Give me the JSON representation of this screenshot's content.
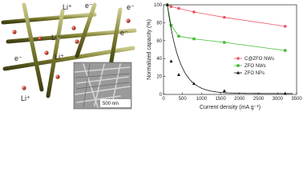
{
  "illustration": {
    "ion_labels": [
      "Li⁺",
      "e⁻",
      "Li⁺",
      "e⁻",
      "e⁻",
      "Li⁺",
      "e⁻",
      "Li⁺"
    ],
    "scale_bar": "500 nm",
    "rod_color": "#7a7a2e",
    "sphere_color": "#c0392b"
  },
  "chart_data": {
    "type": "line",
    "xlabel": "Current density (mA g⁻¹)",
    "ylabel": "Normalized capacity (%)",
    "xlim": [
      0,
      3500
    ],
    "ylim": [
      0,
      100
    ],
    "xticks": [
      0,
      500,
      1000,
      1500,
      2000,
      2500,
      3000,
      3500
    ],
    "yticks": [
      0,
      20,
      40,
      60,
      80,
      100
    ],
    "legend_position": "center-right",
    "series": [
      {
        "name": "C@ZFO NWs",
        "color": "#ee5566",
        "marker": "circle",
        "x": [
          100,
          200,
          400,
          800,
          1600,
          3200
        ],
        "y": [
          100,
          98,
          96,
          92,
          86,
          76
        ]
      },
      {
        "name": "ZFO NWs",
        "color": "#44bb33",
        "marker": "square",
        "x": [
          100,
          200,
          400,
          800,
          1600,
          3200
        ],
        "y": [
          100,
          77,
          65,
          62,
          58,
          49
        ]
      },
      {
        "name": "ZFO NPs",
        "color": "#111111",
        "marker": "triangle",
        "x": [
          100,
          200,
          400,
          800,
          1600,
          3200
        ],
        "y": [
          100,
          37,
          22,
          12,
          4,
          1
        ]
      }
    ]
  }
}
